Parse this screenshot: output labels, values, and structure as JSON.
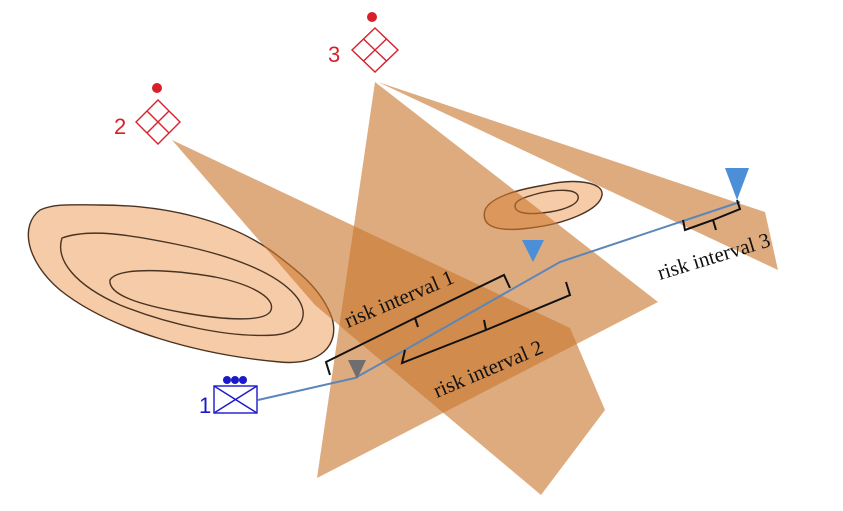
{
  "colors": {
    "threat_red": "#d8202a",
    "friendly_blue": "#1a1acc",
    "terrain_fill": "#f6cba7",
    "terrain_stroke": "#4a3322",
    "sector_fill": "#c9772f",
    "route_line": "#5c86b8",
    "marker_blue": "#4a8fd8",
    "marker_gray": "#6e6e6e"
  },
  "units": {
    "threat_2": {
      "label": "2",
      "icon": "enemy-unit-diamond-icon"
    },
    "threat_3": {
      "label": "3",
      "icon": "enemy-unit-diamond-icon"
    },
    "friendly_1": {
      "label": "1",
      "icon": "friendly-unit-rectangle-icon"
    }
  },
  "intervals": [
    {
      "label": "risk interval 1"
    },
    {
      "label": "risk interval 2"
    },
    {
      "label": "risk interval 3"
    }
  ]
}
